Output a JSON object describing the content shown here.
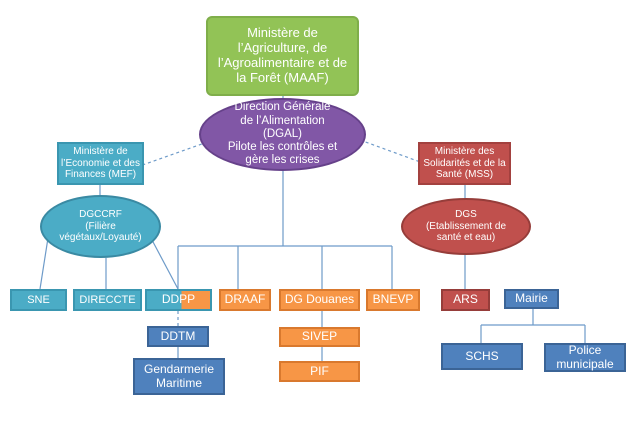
{
  "diagram": {
    "maaf": "Ministère de\nl’Agriculture, de\nl’Agroalimentaire et de\nla Forêt (MAAF)",
    "dgal": "Direction Générale\nde l’Alimentation\n(DGAL)\nPilote les contrôles et\ngère les crises",
    "mef": "Ministère de\nl’Economie et des\nFinances (MEF)",
    "mss": "Ministère des\nSolidarités et de la\nSanté (MSS)",
    "dgccrf": "DGCCRF\n(Filière\nvégétaux/Loyauté)",
    "dgs": "DGS\n(Etablissement de\nsanté et eau)",
    "sne": "SNE",
    "direccte": "DIRECCTE",
    "ddpp": "DDPP",
    "draaf": "DRAAF",
    "dg_douanes": "DG Douanes",
    "bnevp": "BNEVP",
    "ars": "ARS",
    "mairie": "Mairie",
    "ddtm": "DDTM",
    "gendarmerie": "Gendarmerie\nMaritime",
    "sivep": "SIVEP",
    "pif": "PIF",
    "schs": "SCHS",
    "police": "Police\nmunicipale"
  },
  "colors": {
    "green": "#92c356",
    "purple": "#8157a6",
    "teal": "#4bacc6",
    "red": "#c0504d",
    "orange": "#f79646",
    "blue": "#4f81bd",
    "connector": "#6e9bc9"
  }
}
